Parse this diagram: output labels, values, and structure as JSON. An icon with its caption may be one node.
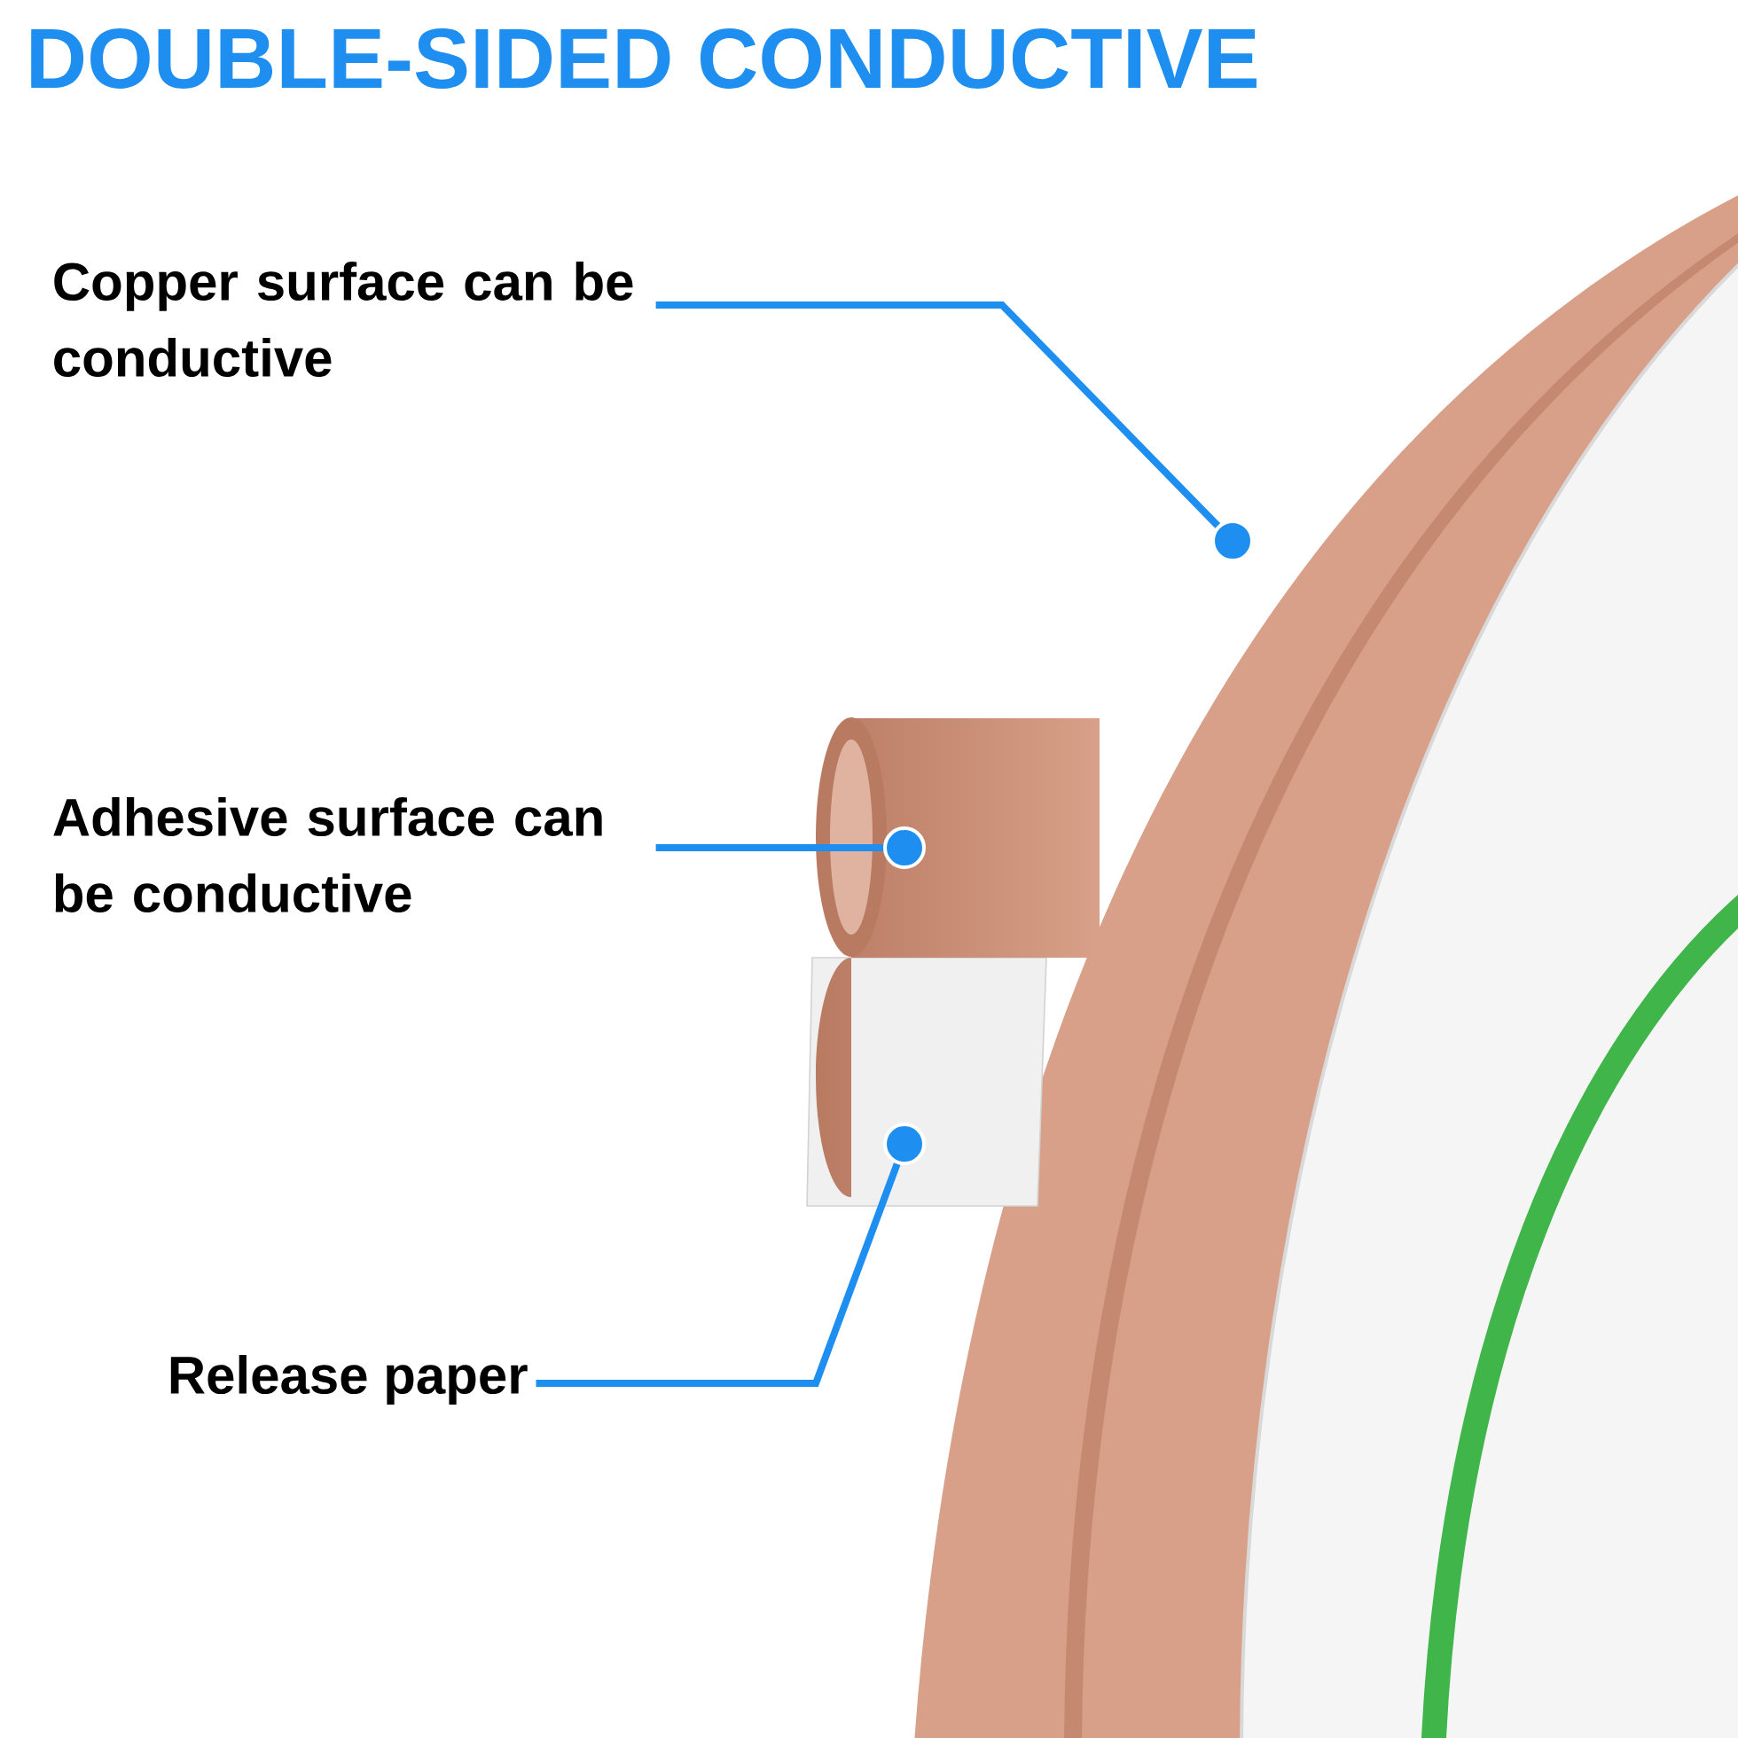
{
  "diagram": {
    "title": "DOUBLE-SIDED CONDUCTIVE",
    "nodes": [
      {
        "text": [
          "Copper surface can be conductive"
        ]
      },
      {
        "text": [],
        "shape": "circle"
      },
      {
        "text": [
          "Adhesive surface can be conductive"
        ]
      },
      {
        "text": [],
        "shape": "circle"
      },
      {
        "text": [
          "Release paper"
        ]
      },
      {
        "text": [],
        "shape": "circle"
      }
    ],
    "edges": [
      {
        "from": 0,
        "to": 1,
        "arrow": "none"
      },
      {
        "from": 2,
        "to": 3,
        "arrow": "none"
      },
      {
        "from": 4,
        "to": 5,
        "arrow": "none"
      }
    ]
  }
}
